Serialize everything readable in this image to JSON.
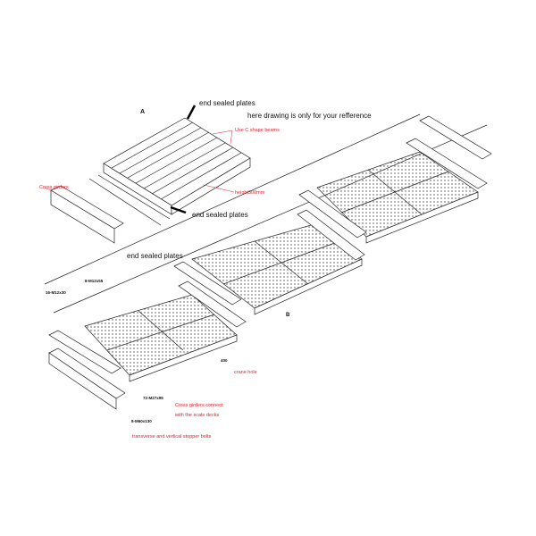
{
  "colors": {
    "line": "#222222",
    "annotation": "#e0202a"
  },
  "labels": {
    "end_sealed_1": "end sealed plates",
    "end_sealed_2": "end sealed plates",
    "end_sealed_3": "end sealed plates",
    "reference_note": "here drawing is only for your refference",
    "c_beams": "Use C shape beams",
    "cross_girders": "Cross girders",
    "height": "height300mm",
    "crane_hole": "crane hole",
    "cross_connect_1": "Cross girders connect",
    "cross_connect_2": "with the scale decks",
    "stopper_bolts": "transverse and vertical stopper bolts"
  },
  "callouts": {
    "bolt_16": "16-M12x30",
    "bolt_8": "8-M12x55",
    "bolt_72": "72-M27x95",
    "bolt_8b": "8-M60x130",
    "hole_400": "400",
    "section_a": "A",
    "section_b": "B"
  }
}
